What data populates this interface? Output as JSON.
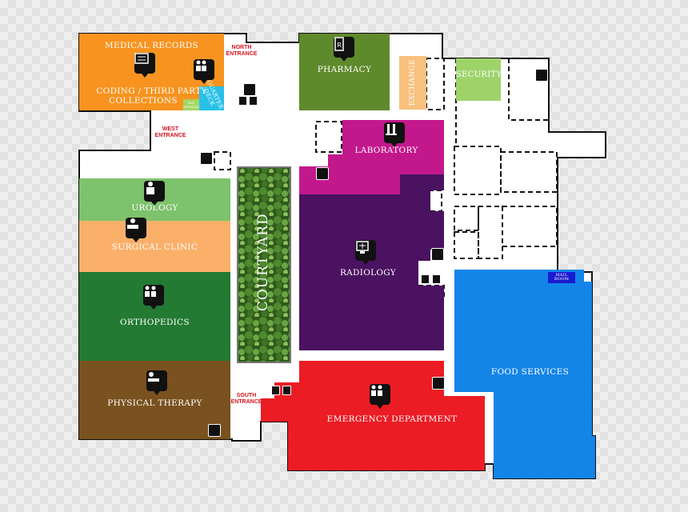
{
  "rooms": {
    "medical_records": "MEDICAL RECORDS",
    "coding": "CODING / THIRD PARTY",
    "collections": "COLLECTIONS",
    "mil_affairs": "MIL AFFAIRS",
    "quarter_deck": "QUARTER DECK",
    "pharmacy": "PHARMACY",
    "exchange": "EXCHANGE",
    "security": "SECURITY",
    "laboratory": "LABORATORY",
    "radiology": "RADIOLOGY",
    "urology": "UROLOGY",
    "surgical_clinic": "SURGICAL CLINIC",
    "orthopedics": "ORTHOPEDICS",
    "physical_therapy": "PHYSICAL THERAPY",
    "courtyard": "COURTYARD",
    "emergency": "EMERGENCY DEPARTMENT",
    "food_services": "FOOD SERVICES",
    "mail_room": "MAIL ROOM"
  },
  "entrances": {
    "north": "NORTH ENTRANCE",
    "west": "WEST ENTRANCE",
    "south": "SOUTH ENTRANCE"
  },
  "colors": {
    "orange": "#f7931e",
    "olive": "#5f8a2c",
    "peach": "#f9c07e",
    "light_green": "#9ed36a",
    "magenta": "#c2188c",
    "purple": "#4a1260",
    "green_light": "#7dc26c",
    "orange_light": "#fbb06a",
    "dark_green": "#237a33",
    "brown": "#79521f",
    "red": "#ec1c24",
    "blue": "#1485e8",
    "cyan": "#29c0e8"
  },
  "icons": [
    "medical-records-icon",
    "staff-icon",
    "pharmacy-icon",
    "laboratory-icon",
    "radiology-icon",
    "urology-icon",
    "surgical-clinic-icon",
    "orthopedics-icon",
    "physical-therapy-icon",
    "emergency-icon",
    "stairs-icon",
    "elevator-icon"
  ]
}
